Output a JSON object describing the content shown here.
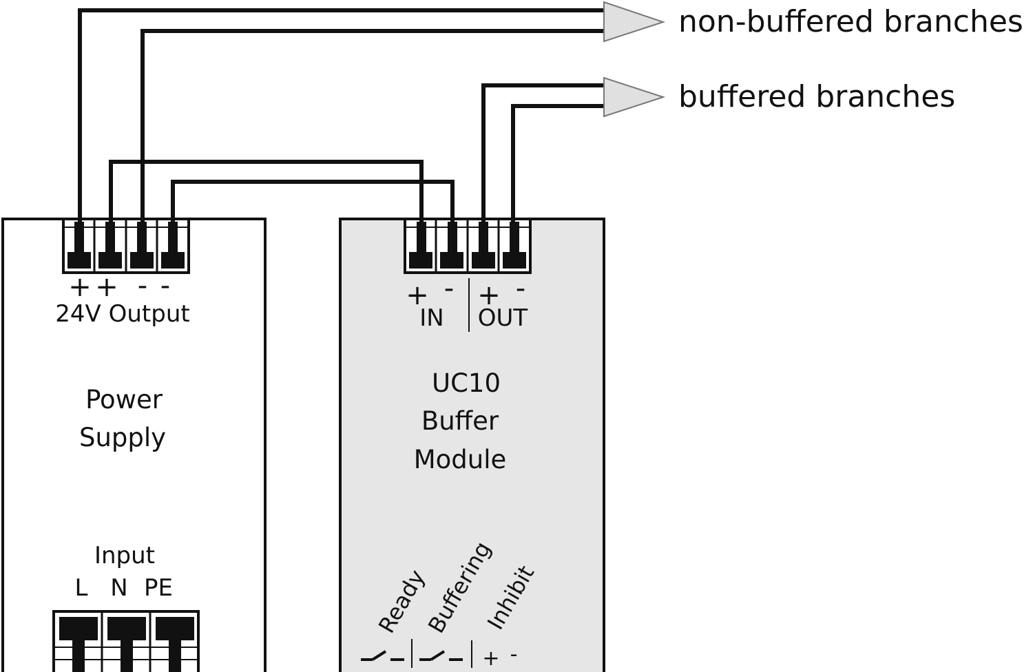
{
  "branches": {
    "non_buffered": "non-buffered branches",
    "buffered": "buffered branches"
  },
  "power_supply": {
    "title_line1": "Power",
    "title_line2": "Supply",
    "output_label": "24V Output",
    "output_polarity": [
      "+",
      "+",
      "-",
      "-"
    ],
    "input_label": "Input",
    "input_terminals": [
      "L",
      "N",
      "PE"
    ]
  },
  "buffer_module": {
    "title_line1": "UC10",
    "title_line2": "Buffer",
    "title_line3": "Module",
    "in_label": "IN",
    "out_label": "OUT",
    "in_polarity": [
      "+",
      "-"
    ],
    "out_polarity": [
      "+",
      "-"
    ],
    "signals": [
      "Ready",
      "Buffering",
      "Inhibit"
    ],
    "inhibit_polarity": [
      "+",
      "-"
    ]
  },
  "colors": {
    "module_fill": "#e6e6e6",
    "arrow_fill": "#e0e0e0",
    "line": "#111111"
  }
}
